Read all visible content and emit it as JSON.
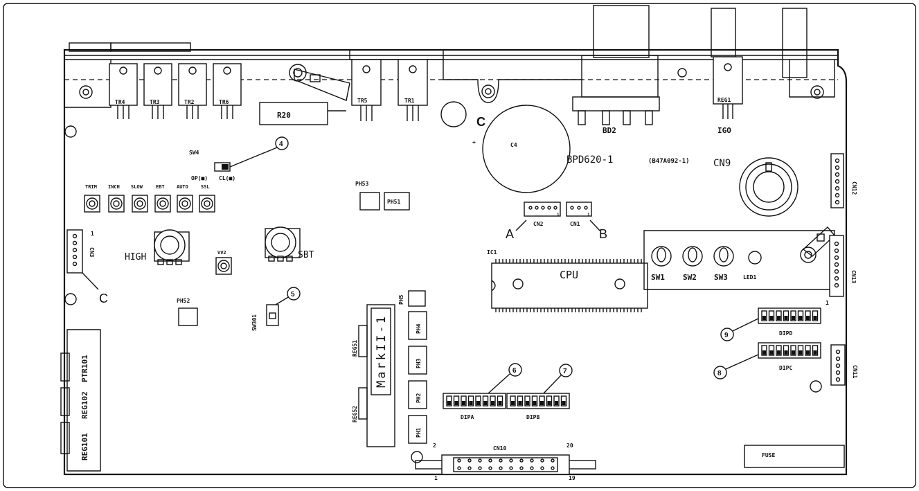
{
  "transistors": [
    "TR4",
    "TR3",
    "TR2",
    "TR6",
    "TR5",
    "TR1"
  ],
  "resistor": "R20",
  "regulator_top": "REG1",
  "bd2": "BD2",
  "igo": "IGO",
  "c_top": "C",
  "c4": "C4",
  "board_name": "BPD620-1",
  "board_code": "(B47A092-1)",
  "cn9": "CN9",
  "cn12": "CN12",
  "sw4": {
    "label": "SW4",
    "op": "OP(■)",
    "cl": "CL(■)",
    "callout": "4"
  },
  "trimmers": [
    "TRIM",
    "INCH",
    "SLOW",
    "EBT",
    "AUTO",
    "SSL"
  ],
  "ph53": "PH53",
  "ph51": "PH51",
  "cn2": "CN2",
  "cn1": "CN1",
  "cn2_pin": "1",
  "cn1_pin": "1",
  "point_a": "A",
  "point_b": "B",
  "cn3": "CN3",
  "cn3_pin": "1",
  "high": "HIGH",
  "sbt": "SBT",
  "vv2": "VV2",
  "point_c": "C",
  "ic1": "IC1",
  "cpu": "CPU",
  "switches": [
    "SW1",
    "SW2",
    "SW3"
  ],
  "led1": "LED1",
  "cn13": "CN13",
  "cn13_pin": "1",
  "ph52": "PH52",
  "sw301": {
    "label": "SW301",
    "callout": "5"
  },
  "ph5": "PH5",
  "reg51": "REG51",
  "reg52": "REG52",
  "mark": "MarkII-1",
  "photo": [
    "PH4",
    "PH3",
    "PH2",
    "PH1"
  ],
  "dip_a": {
    "label": "DIPA",
    "callout": "6"
  },
  "dip_b": {
    "label": "DIPB",
    "callout": "7"
  },
  "dip_d": {
    "label": "DIPD",
    "callout": "9"
  },
  "dip_c": {
    "label": "DIPC",
    "callout": "8"
  },
  "cn11": "CN11",
  "cn10": {
    "label": "CN10",
    "pin2": "2",
    "pin20": "20",
    "pin1": "1",
    "pin19": "19"
  },
  "fuse": "FUSE",
  "side_labels": [
    "PTR101",
    "REG102",
    "REG101"
  ]
}
